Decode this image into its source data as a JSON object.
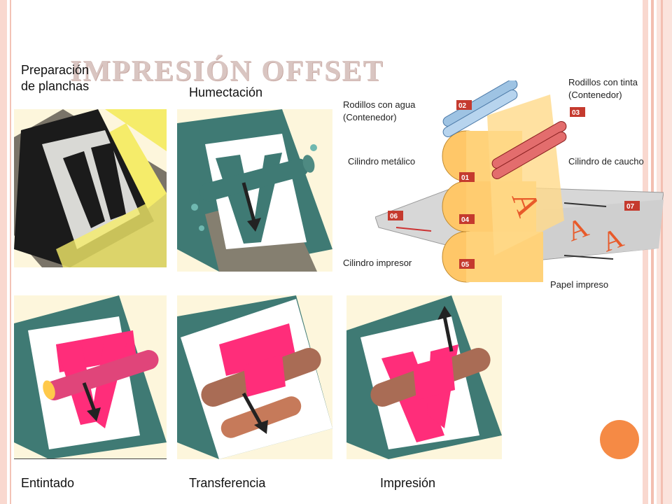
{
  "slide": {
    "title": "IMPRESIÓN OFFSET",
    "accent_color": "#f58a45"
  },
  "steps": {
    "preparacion": "Preparación\nde planchas",
    "humectacion": "Humectación",
    "entintado": "Entintado",
    "transferencia": "Transferencia",
    "impresion": "Impresión"
  },
  "diagram": {
    "labels": {
      "rodillos_agua": "Rodillos con agua\n(Contenedor)",
      "rodillos_tinta": "Rodillos con tinta\n(Contenedor)",
      "cilindro_metalico": "Cilindro metálico",
      "cilindro_caucho": "Cilindro de caucho",
      "cilindro_impresor": "Cilindro impresor",
      "papel_impreso": "Papel impreso"
    },
    "badges": [
      "02",
      "03",
      "01",
      "04",
      "05",
      "06",
      "07"
    ]
  }
}
